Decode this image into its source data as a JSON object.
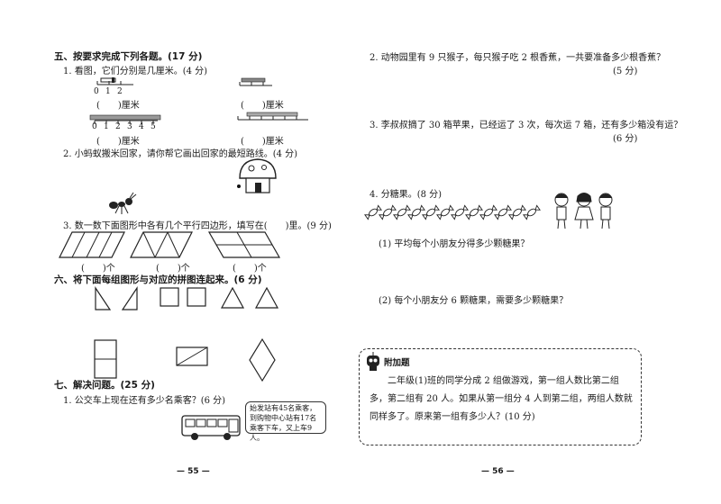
{
  "left": {
    "sec5": {
      "title": "五、按要求完成下列各题。(17 分)",
      "q1": "1. 看图，它们分别是几厘米。(4 分)",
      "ticks_a": [
        "0",
        "1",
        "2"
      ],
      "ticks_b": [
        "0",
        "1",
        "2",
        "3",
        "4",
        "5"
      ],
      "ans1": "(　　)厘米",
      "ans2": "(　　)厘米",
      "ans3": "(　　)厘米",
      "ans4": "(　　)厘米",
      "q2": "2. 小蚂蚁搬米回家，请你帮它画出回家的最短路线。(4 分)",
      "q3": "3. 数一数下面图形中各有几个平行四边形，填写在(　　)里。(9 分)",
      "blank1": "(　　)个",
      "blank2": "(　　)个",
      "blank3": "(　　)个"
    },
    "sec6": {
      "title": "六、将下面每组图形与对应的拼图连起来。(6 分)"
    },
    "sec7": {
      "title": "七、解决问题。(25 分)",
      "q1": "1. 公交车上现在还有多少名乘客？(6 分)",
      "bus_note": "始发站有45名乘客，到购物中心站有17名乘客下车，又上车9人。"
    },
    "page_no": "— 55 —"
  },
  "right": {
    "q2": "2. 动物园里有 9 只猴子，每只猴子吃 2 根香蕉，一共要准备多少根香蕉？",
    "q2_score": "(5 分)",
    "q3": "3. 李叔叔摘了 30 箱苹果，已经运了 3 次，每次运 7 箱，还有多少箱没有运？",
    "q3_score": "(6 分)",
    "q4": "4. 分糖果。(8 分)",
    "q4_1": "(1) 平均每个小朋友分得多少颗糖果？",
    "q4_2": "(2) 每个小朋友分 6 颗糖果，需要多少颗糖果？",
    "bonus": {
      "label": "附加题",
      "text": "二年级(1)班的同学分成 2 组做游戏，第一组人数比第二组多，第二组有 20 人。如果从第一组分 4 人到第二组，两组人数就同样多了。原来第一组有多少人？(10 分)"
    },
    "page_no": "— 56 —"
  }
}
